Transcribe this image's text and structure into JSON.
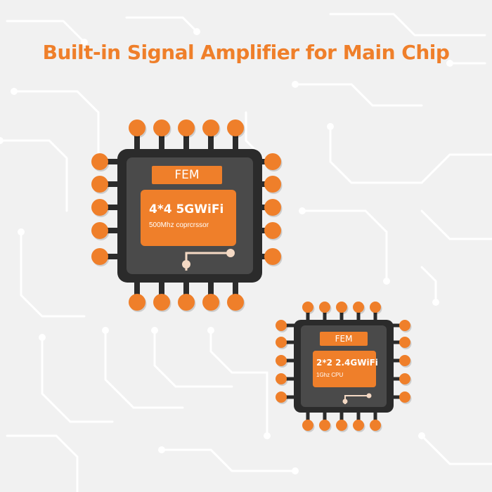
{
  "headline": "Built-in Signal Amplifier for Main Chip",
  "colors": {
    "accent": "#ef7f2a",
    "chip_body": "#2b2b2b",
    "chip_face": "#4a4a4a",
    "background": "#f1f1f1",
    "circuit": "#ffffff"
  },
  "chips": [
    {
      "label": "FEM",
      "title": "4*4 5GWiFi",
      "subtitle": "500Mhz coprcrssor",
      "icon": "trace-icon"
    },
    {
      "label": "FEM",
      "title": "2*2 2.4GWiFi",
      "subtitle": "1Ghz CPU",
      "icon": "trace-icon"
    }
  ]
}
